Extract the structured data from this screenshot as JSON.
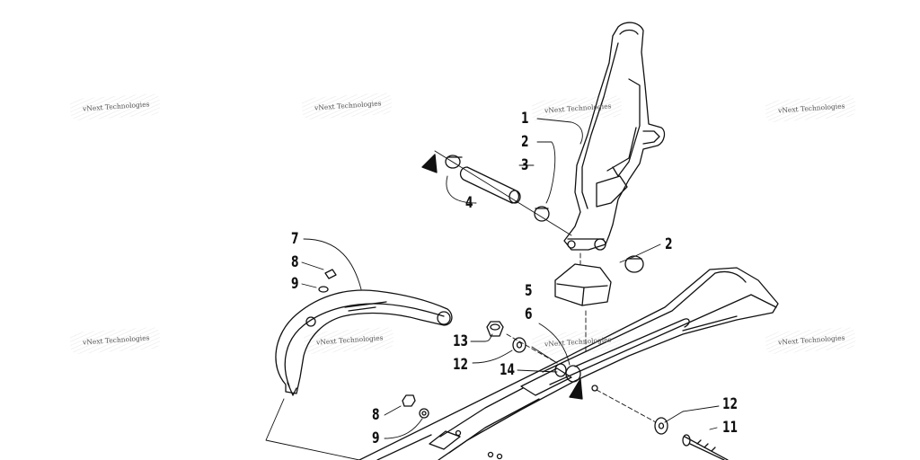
{
  "watermark": "vNext Technologies",
  "callouts": [
    "1",
    "2",
    "3",
    "2",
    "4",
    "5",
    "6",
    "7",
    "8",
    "9",
    "13",
    "12",
    "14",
    "8",
    "9",
    "12",
    "11"
  ],
  "colors": {
    "line": "#111111",
    "watermark": "#555555",
    "background": "#ffffff"
  }
}
